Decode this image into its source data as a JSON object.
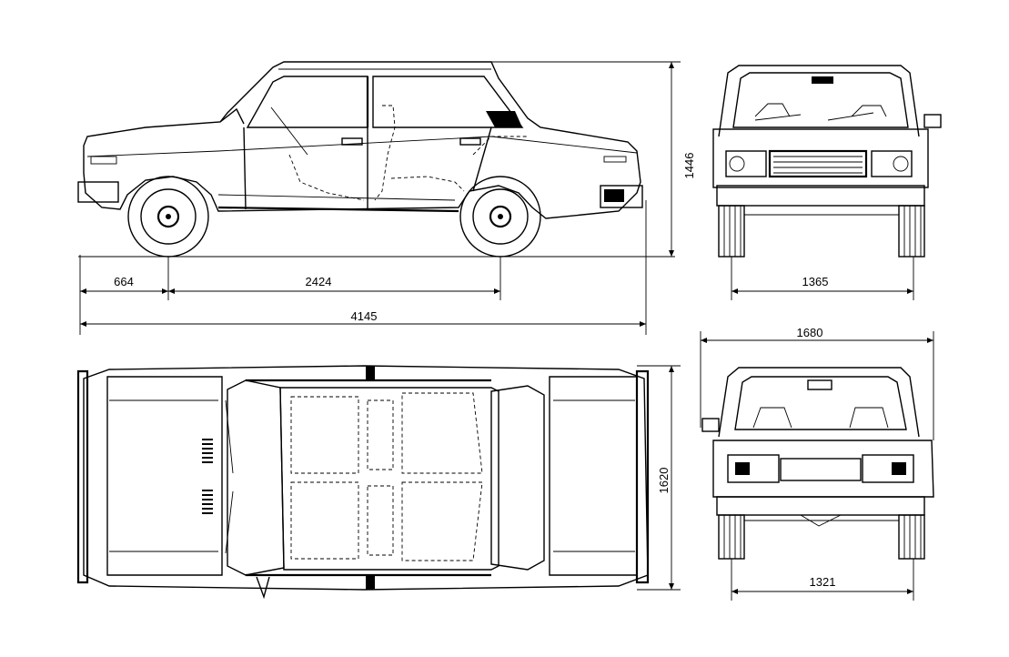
{
  "dimensions": {
    "front_overhang": "664",
    "wheelbase": "2424",
    "overall_length": "4145",
    "height": "1446",
    "front_track": "1365",
    "overall_width": "1680",
    "body_width": "1620",
    "rear_track": "1321"
  }
}
